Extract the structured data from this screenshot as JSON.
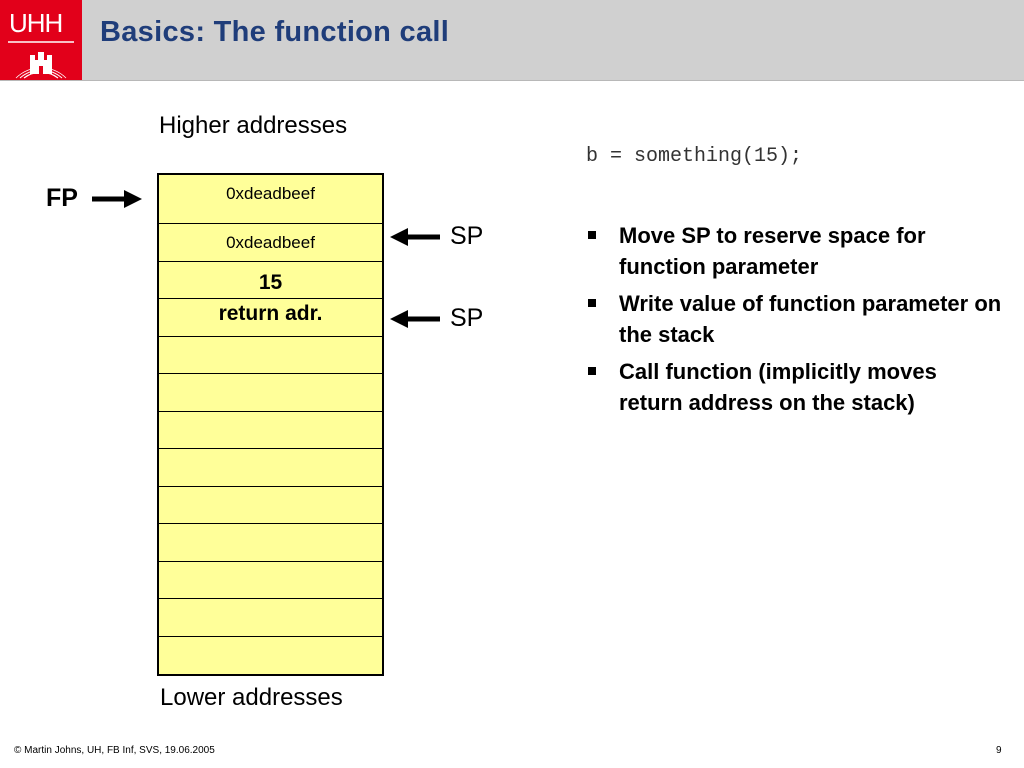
{
  "header": {
    "logo_text": "UHH",
    "title": "Basics: The function call"
  },
  "diagram": {
    "top_label": "Higher addresses",
    "bottom_label": "Lower addresses",
    "fp_label": "FP",
    "sp_labels": [
      "SP",
      "SP"
    ],
    "cells": [
      {
        "text": "0xdeadbeef",
        "bold": false
      },
      {
        "text": "0xdeadbeef",
        "bold": false
      },
      {
        "text": "15",
        "bold": true
      },
      {
        "text": "return adr.",
        "bold": true
      },
      {
        "text": "",
        "bold": false
      },
      {
        "text": "",
        "bold": false
      },
      {
        "text": "",
        "bold": false
      },
      {
        "text": "",
        "bold": false
      },
      {
        "text": "",
        "bold": false
      },
      {
        "text": "",
        "bold": false
      },
      {
        "text": "",
        "bold": false
      },
      {
        "text": "",
        "bold": false
      },
      {
        "text": "",
        "bold": false
      }
    ],
    "fill_color": "#ffff99"
  },
  "code_line": "b = something(15);",
  "bullets": [
    "Move SP to reserve space for function parameter",
    "Write value of function parameter on the stack",
    "Call function (implicitly moves return address on the stack)"
  ],
  "footer": {
    "copyright": "© Martin Johns, UH, FB Inf, SVS, 19.06.2005",
    "page": "9"
  },
  "colors": {
    "accent_red": "#e2001a",
    "title_blue": "#1f3d7a",
    "header_gray": "#d0d0d0"
  }
}
